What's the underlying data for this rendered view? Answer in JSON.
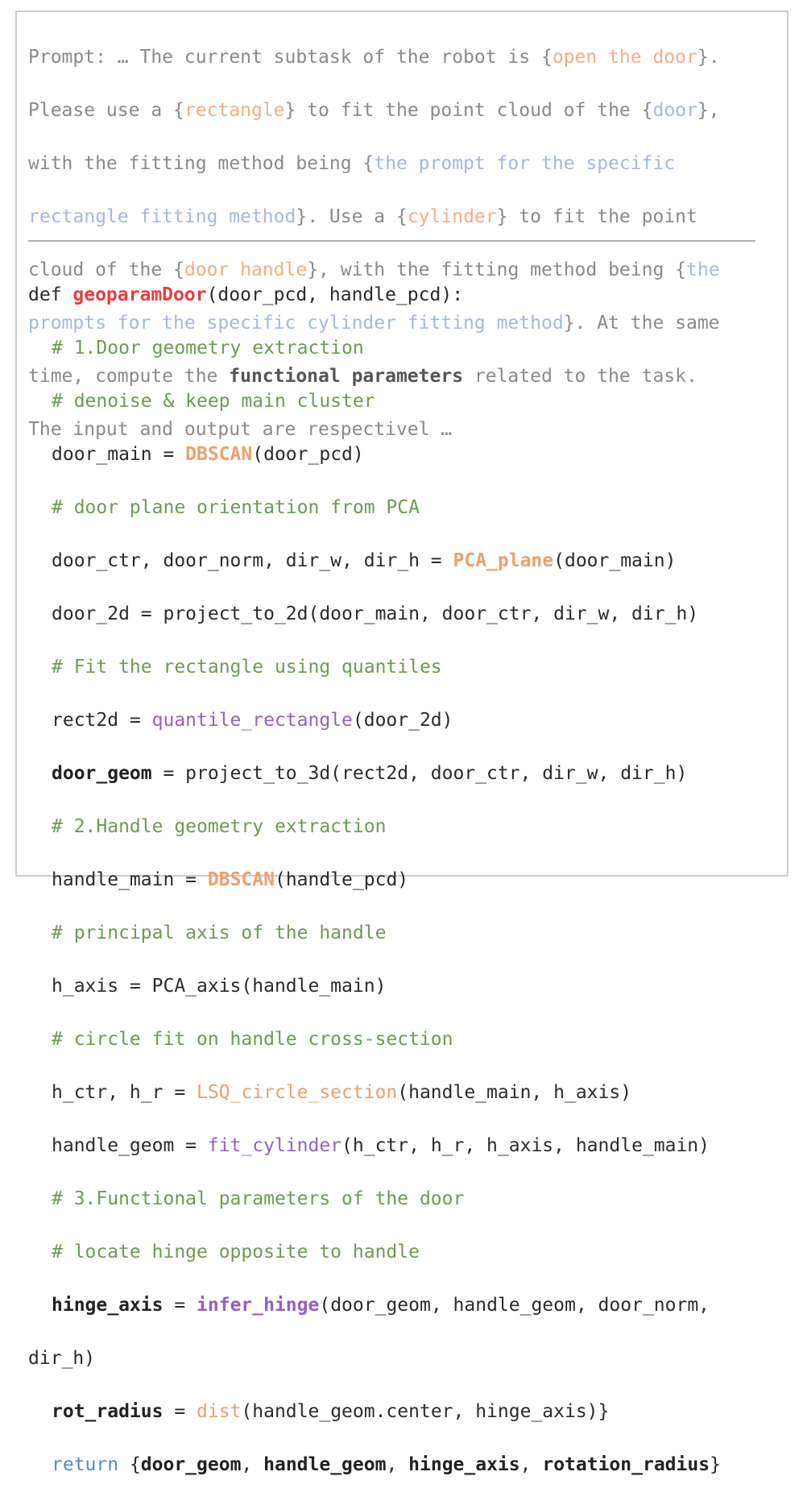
{
  "prompt": {
    "l1": [
      "Prompt: … The current subtask of the robot is {",
      "open the door",
      "}."
    ],
    "l2": [
      "Please use a {",
      "rectangle",
      "} to fit the point cloud of the {",
      "door",
      "},"
    ],
    "l3": [
      "with the fitting method being {",
      "the prompt for the specific"
    ],
    "l4": [
      "rectangle fitting method",
      "}. Use a {",
      "cylinder",
      "} to fit the point"
    ],
    "l5": [
      "cloud of the {",
      "door handle",
      "}, with the fitting method being {",
      "the"
    ],
    "l6": [
      "prompts for the specific cylinder fitting method",
      "}. At the same"
    ],
    "l7": [
      "time, compute the ",
      "functional parameters",
      " related to the task."
    ],
    "l8": "The input and output are respectivel …"
  },
  "code": {
    "def_kw": "def ",
    "func_name": "geoparamDoor",
    "def_args": "(door_pcd, handle_pcd):",
    "c1": "# 1.Door geometry extraction",
    "c2": "# denoise & keep main cluster",
    "l_door_main": [
      "door_main = ",
      "DBSCAN",
      "(door_pcd)"
    ],
    "c3": "# door plane orientation from PCA",
    "l_pca_plane": [
      "door_ctr, door_norm, dir_w, dir_h = ",
      "PCA_plane",
      "(door_main)"
    ],
    "l_door_2d": "door_2d = project_to_2d(door_main, door_ctr, dir_w, dir_h)",
    "c4": "# Fit the rectangle using quantiles",
    "l_rect2d": [
      "rect2d = ",
      "quantile_rectangle",
      "(door_2d)"
    ],
    "l_door_geom": [
      "door_geom",
      " = project_to_3d(rect2d, door_ctr, dir_w, dir_h)"
    ],
    "c5": "# 2.Handle geometry extraction",
    "l_handle_main": [
      "handle_main = ",
      "DBSCAN",
      "(handle_pcd)"
    ],
    "c6": "# principal axis of the handle",
    "l_h_axis": "h_axis = PCA_axis(handle_main)",
    "c7": "# circle fit on handle cross-section",
    "l_h_ctr": [
      "h_ctr, h_r = ",
      "LSQ_circle_section",
      "(handle_main, h_axis)"
    ],
    "l_handle_geom": [
      "handle_geom = ",
      "fit_cylinder",
      "(h_ctr, h_r, h_axis, handle_main)"
    ],
    "c8": "# 3.Functional parameters of the door",
    "c9": "# locate hinge opposite to handle",
    "l_hinge": [
      "hinge_axis",
      " = ",
      "infer_hinge",
      "(door_geom, handle_geom, door_norm,"
    ],
    "l_hinge_cont": "dir_h)",
    "l_rot": [
      "rot_radius",
      " = ",
      "dist",
      "(handle_geom.center, hinge_axis)}"
    ],
    "l_return": [
      "return",
      " {",
      "door_geom",
      ", ",
      "handle_geom",
      ", ",
      "hinge_axis",
      ", ",
      "rotation_radius",
      "}"
    ]
  }
}
